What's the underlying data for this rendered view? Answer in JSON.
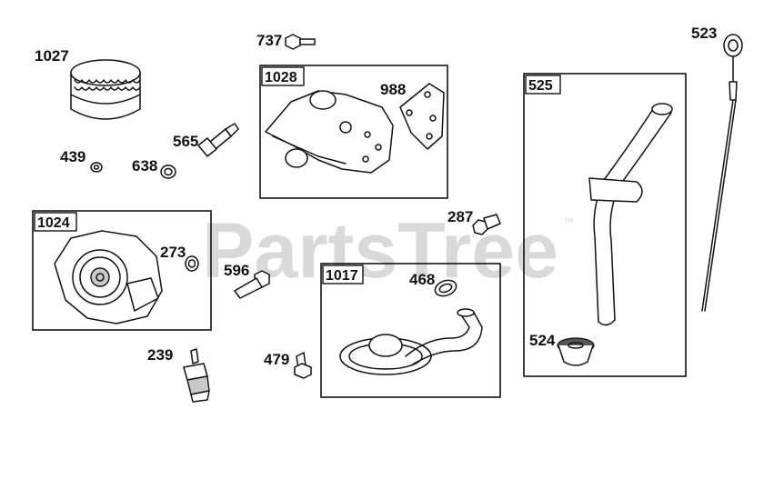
{
  "watermark": {
    "text": "PartsTree",
    "trademark": "™"
  },
  "labels": {
    "p1027": "1027",
    "p439": "439",
    "p638": "638",
    "p565": "565",
    "p737": "737",
    "p1028": "1028",
    "p988": "988",
    "p523": "523",
    "p525": "525",
    "p524": "524",
    "p1024": "1024",
    "p273": "273",
    "p287": "287",
    "p596": "596",
    "p1017": "1017",
    "p468": "468",
    "p239": "239",
    "p479": "479"
  }
}
